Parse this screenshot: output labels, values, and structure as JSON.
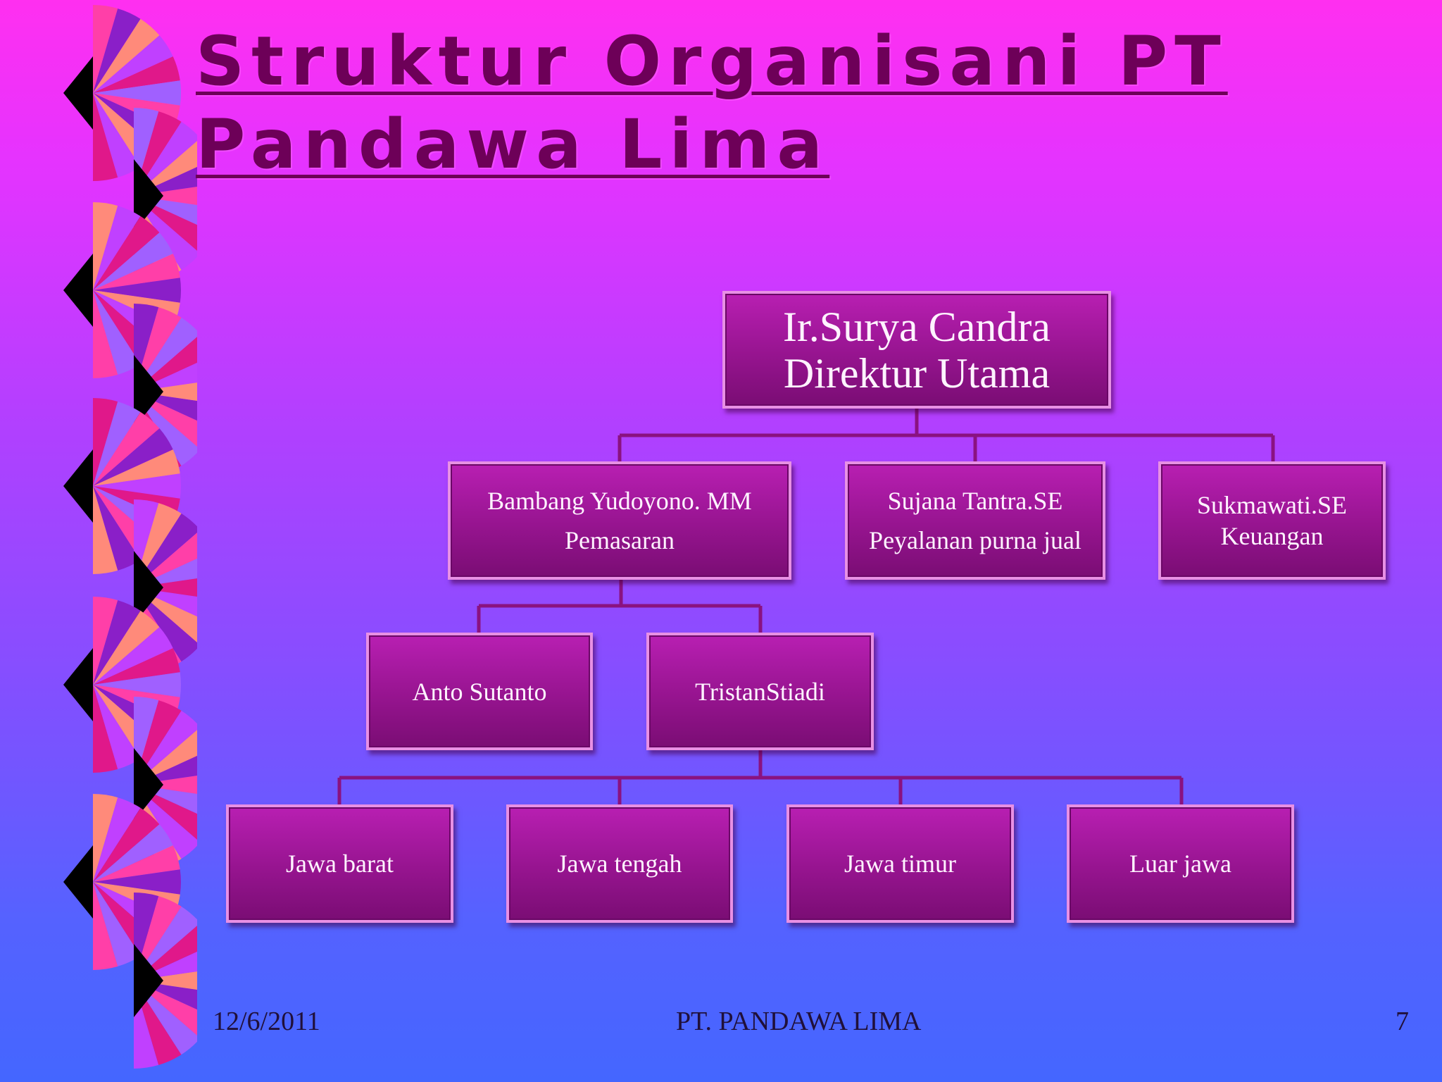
{
  "title": {
    "line1": "Struktur Organisani PT",
    "line2": "Pandawa Lima"
  },
  "org": {
    "director": {
      "name": "Ir.Surya Candra",
      "role": "Direktur Utama"
    },
    "managers": [
      {
        "name": "Bambang Yudoyono. MM",
        "role": "Pemasaran"
      },
      {
        "name": "Sujana Tantra.SE",
        "role": "Peyalanan purna jual"
      },
      {
        "name": "Sukmawati.SE",
        "role": "Keuangan"
      }
    ],
    "staff": [
      "Anto Sutanto",
      "TristanStiadi"
    ],
    "regions": [
      "Jawa barat",
      "Jawa tengah",
      "Jawa timur",
      "Luar jawa"
    ]
  },
  "footer": {
    "date": "12/6/2011",
    "company": "PT. PANDAWA LIMA",
    "page": "7"
  },
  "colors": {
    "box": "#96148f",
    "connector": "#8a1280",
    "title": "#6d0058"
  }
}
